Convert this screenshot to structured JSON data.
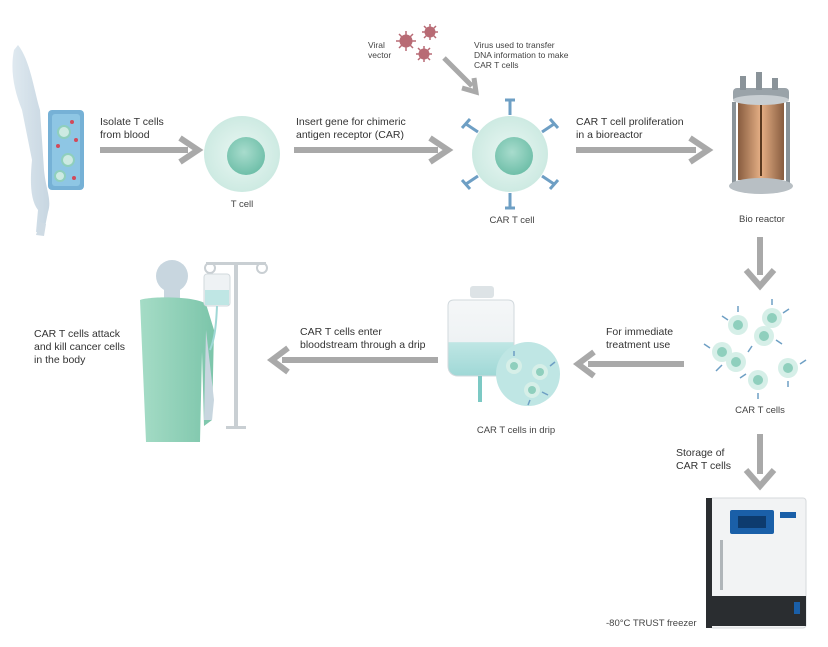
{
  "steps": {
    "isolate": "Isolate T cells\nfrom blood",
    "insert_gene": "Insert gene for chimeric\nantigen receptor (CAR)",
    "proliferation": "CAR T cell proliferation\nin a bioreactor",
    "immediate": "For immediate\ntreatment use",
    "enter_bloodstream": "CAR T cells enter\nbloodstream through a drip",
    "attack": "CAR T cells attack\nand kill cancer cells\nin the body",
    "storage": "Storage of\nCAR T cells"
  },
  "captions": {
    "t_cell": "T cell",
    "car_t_cell": "CAR T cell",
    "bioreactor": "Bio reactor",
    "car_t_cells": "CAR T cells",
    "car_t_in_drip": "CAR T cells in drip",
    "freezer": "-80°C TRUST freezer",
    "viral_vector": "Viral\nvector",
    "virus_note": "Virus used to transfer\nDNA information to make\nCAR T cells"
  },
  "colors": {
    "arrow": "#a9a9a9",
    "cell_outer": "#d6efe8",
    "cell_nucleus": "#8fcfbd",
    "receptor": "#6e9fc4",
    "virus": "#b86b75",
    "gown": "#8fd0b8",
    "silhouette": "#c8d6df",
    "freezer_blue": "#1a5fa8"
  }
}
